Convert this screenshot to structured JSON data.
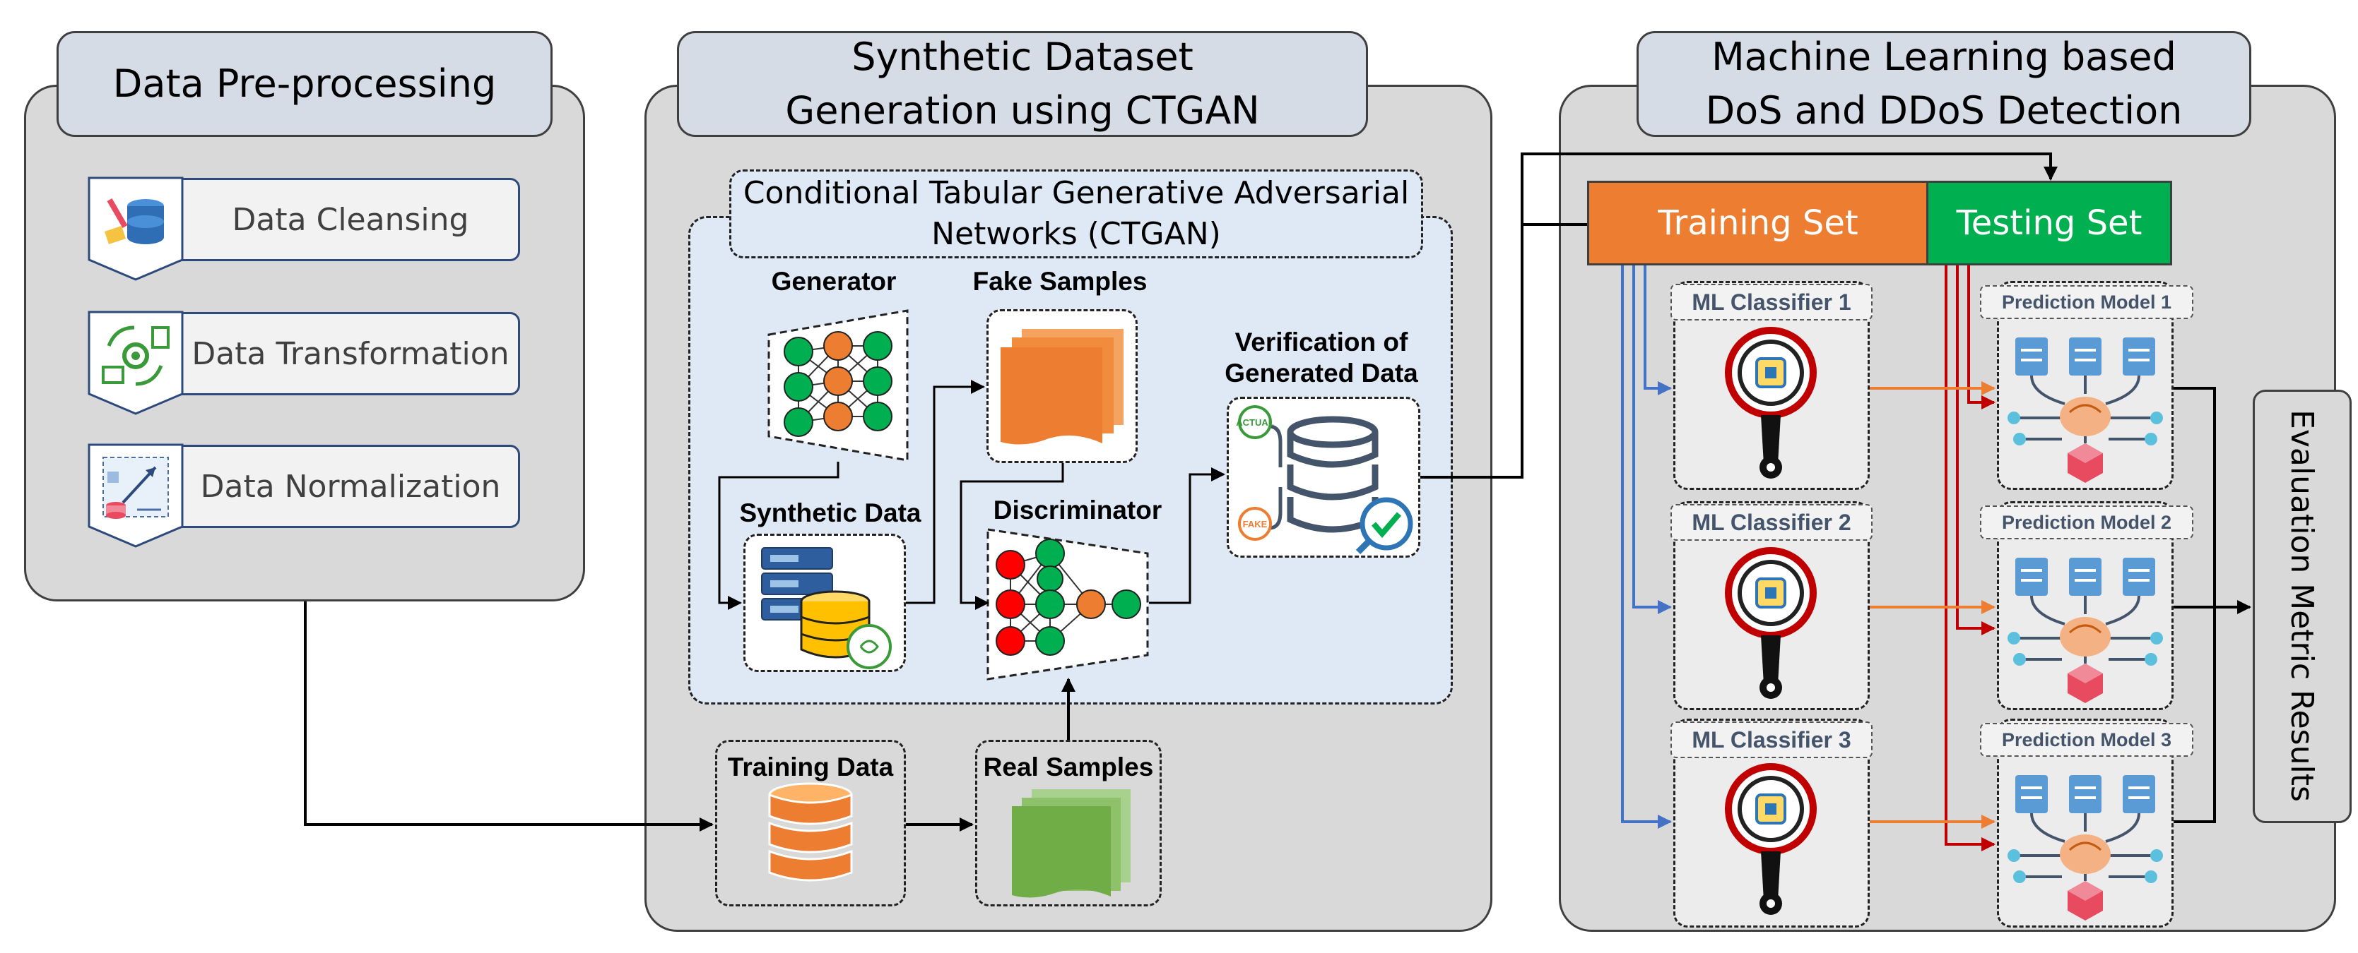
{
  "preprocessing": {
    "title": "Data Pre-processing",
    "steps": [
      {
        "label": "Data Cleansing",
        "icon": "database-cleaning-icon"
      },
      {
        "label": "Data Transformation",
        "icon": "data-transform-icon"
      },
      {
        "label": "Data Normalization",
        "icon": "data-normalization-icon"
      }
    ]
  },
  "synthetic": {
    "title_line1": "Synthetic Dataset",
    "title_line2": "Generation using CTGAN",
    "ctgan_line1": "Conditional Tabular Generative Adversarial",
    "ctgan_line2": "Networks (CTGAN)",
    "generator": "Generator",
    "fake_samples": "Fake Samples",
    "verification_line1": "Verification of",
    "verification_line2": "Generated Data",
    "synthetic_data": "Synthetic Data",
    "discriminator": "Discriminator",
    "training_data": "Training Data",
    "real_samples": "Real Samples",
    "stamp_actual": "ACTUAL",
    "stamp_fake": "FAKE"
  },
  "detection": {
    "title_line1": "Machine Learning based",
    "title_line2": "DoS and DDoS Detection",
    "training_set": "Training Set",
    "testing_set": "Testing Set",
    "classifiers": [
      "ML Classifier 1",
      "ML Classifier 2",
      "ML Classifier 3"
    ],
    "models": [
      "Prediction Model 1",
      "Prediction Model 2",
      "Prediction Model 3"
    ],
    "evaluation": "Evaluation Metric Results"
  },
  "colors": {
    "panel": "#d9d9d9",
    "tab": "#d6dce5",
    "training": "#ed7d31",
    "testing": "#00b050",
    "blue_arrow": "#4472c4",
    "red_arrow": "#c00000",
    "orange_arrow": "#ed7d31",
    "node_green": "#00b050",
    "node_orange": "#ed7d31",
    "node_red": "#ff0000"
  }
}
